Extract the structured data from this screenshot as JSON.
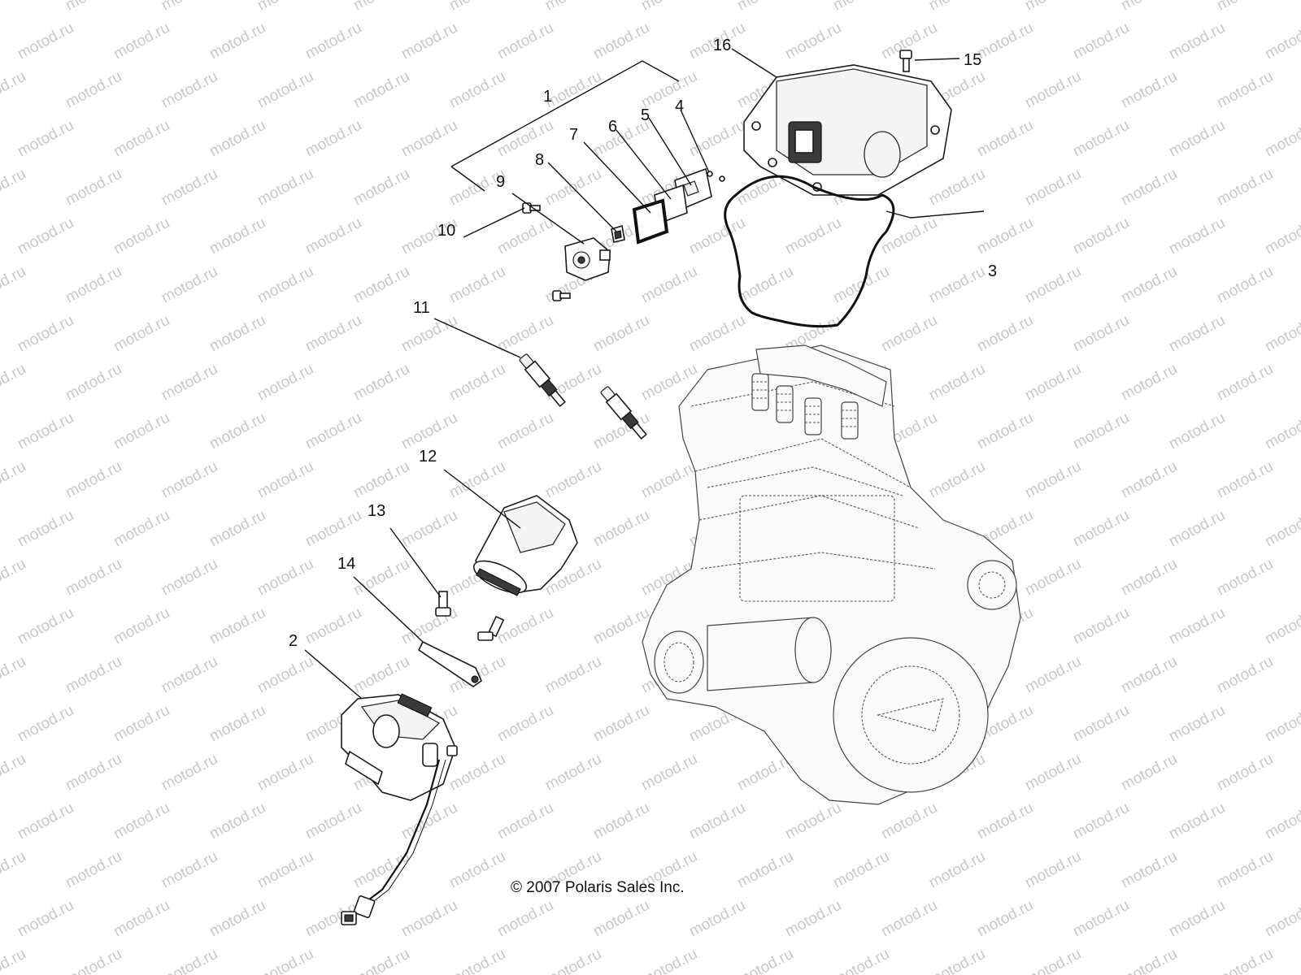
{
  "watermark_text": "motod.ru",
  "copyright": "© 2007 Polaris Sales Inc.",
  "callouts": [
    "1",
    "2",
    "3",
    "4",
    "5",
    "6",
    "7",
    "8",
    "9",
    "10",
    "11",
    "12",
    "13",
    "14",
    "15",
    "16"
  ],
  "colors": {
    "ink": "#111111",
    "watermark": "#c9c9c9",
    "background": "#ffffff"
  }
}
